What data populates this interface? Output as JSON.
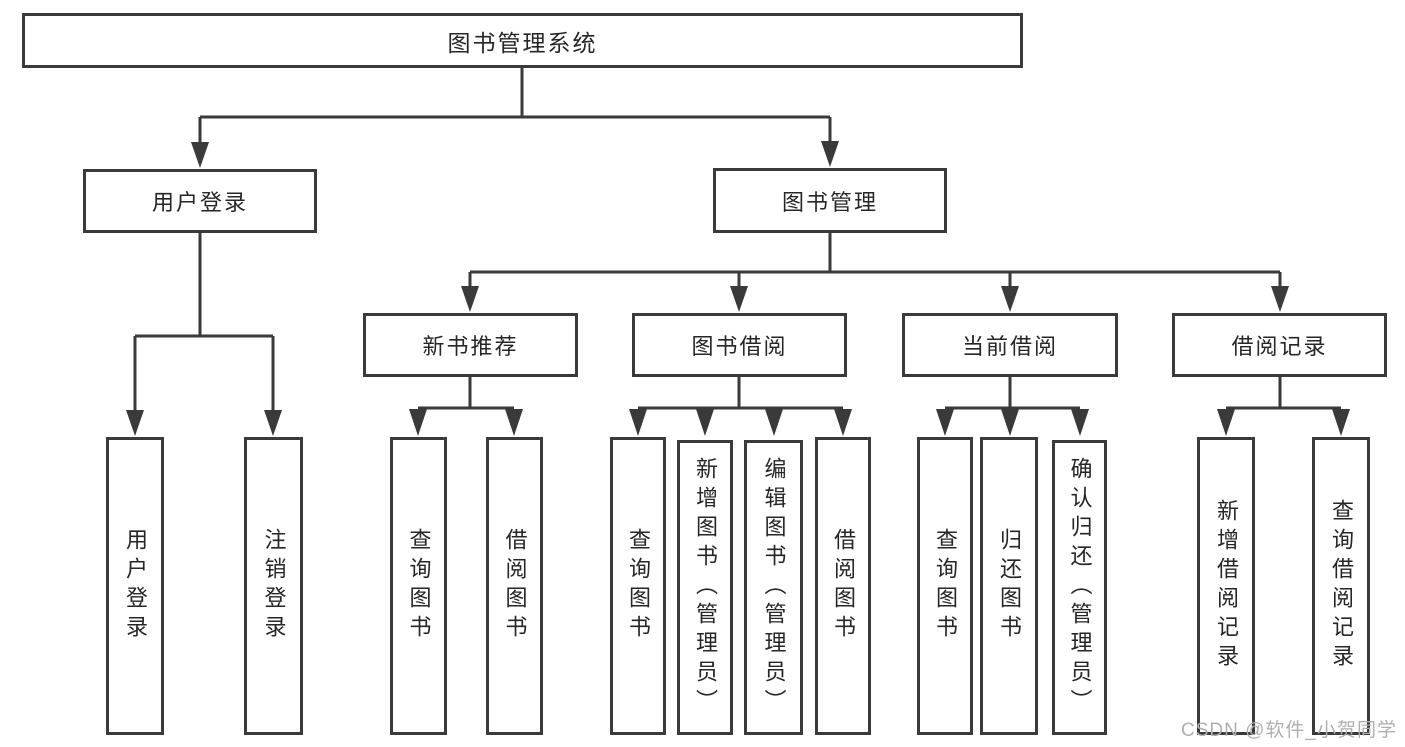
{
  "nodes": {
    "root": "图书管理系统",
    "user_login": "用户登录",
    "book_mgmt": "图书管理",
    "new_book_rec": "新书推荐",
    "book_borrow": "图书借阅",
    "current_borrow": "当前借阅",
    "borrow_records": "借阅记录",
    "ul_login": "用户登录",
    "ul_logout": "注销登录",
    "nb_query": "查询图书",
    "nb_borrow": "借阅图书",
    "bb_query": "查询图书",
    "bb_add": "新增图书（管理员）",
    "bb_edit": "编辑图书（管理员）",
    "bb_borrow": "借阅图书",
    "cb_query": "查询图书",
    "cb_return": "归还图书",
    "cb_confirm": "确认归还（管理员）",
    "br_add": "新增借阅记录",
    "br_query": "查询借阅记录"
  },
  "structure": {
    "图书管理系统": [
      "用户登录",
      "图书管理"
    ],
    "用户登录": [
      "用户登录",
      "注销登录"
    ],
    "图书管理": [
      "新书推荐",
      "图书借阅",
      "当前借阅",
      "借阅记录"
    ],
    "新书推荐": [
      "查询图书",
      "借阅图书"
    ],
    "图书借阅": [
      "查询图书",
      "新增图书（管理员）",
      "编辑图书（管理员）",
      "借阅图书"
    ],
    "当前借阅": [
      "查询图书",
      "归还图书",
      "确认归还（管理员）"
    ],
    "借阅记录": [
      "新增借阅记录",
      "查询借阅记录"
    ]
  },
  "watermark": "CSDN @软件_小贺同学",
  "colors": {
    "line": "#3a3a3a",
    "text": "#262626",
    "box_background": "#ffffff",
    "watermark": "#b0afaf",
    "page_background": "#ffffff"
  }
}
